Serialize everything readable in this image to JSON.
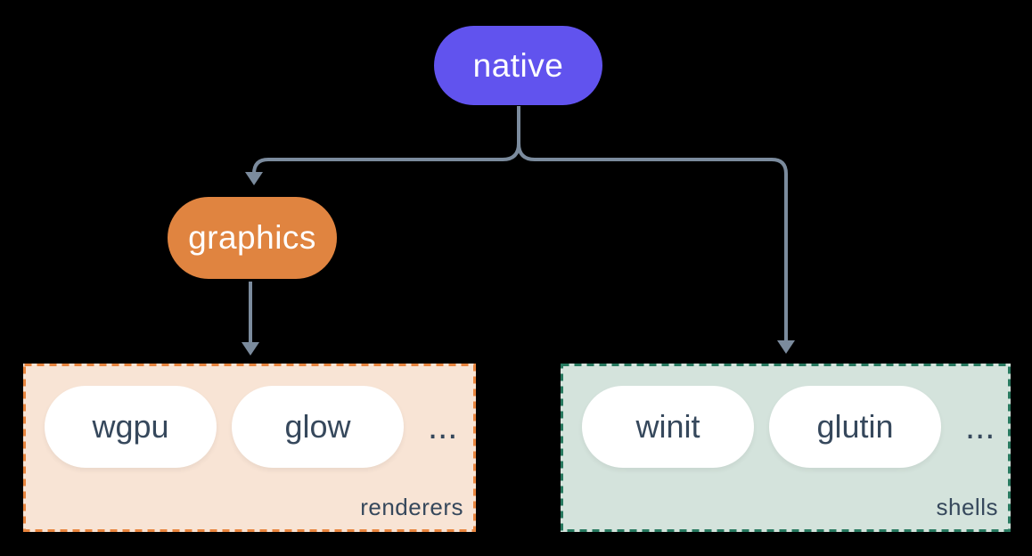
{
  "nodes": {
    "native": {
      "label": "native"
    },
    "graphics": {
      "label": "graphics"
    }
  },
  "groups": {
    "renderers": {
      "label": "renderers",
      "items": [
        "wgpu",
        "glow"
      ],
      "ellipsis": "..."
    },
    "shells": {
      "label": "shells",
      "items": [
        "winit",
        "glutin"
      ],
      "ellipsis": "..."
    }
  },
  "colors": {
    "background": "#000000",
    "native-fill": "#6153ee",
    "graphics-fill": "#e08440",
    "renderers-fill": "#f8e4d5",
    "renderers-border": "#e8853e",
    "shells-fill": "#d4e3dc",
    "shells-border": "#27795f",
    "pill-fill": "#ffffff",
    "node-text": "#ffffff",
    "dark-text": "#36485c",
    "connector": "#7b8b9d"
  }
}
